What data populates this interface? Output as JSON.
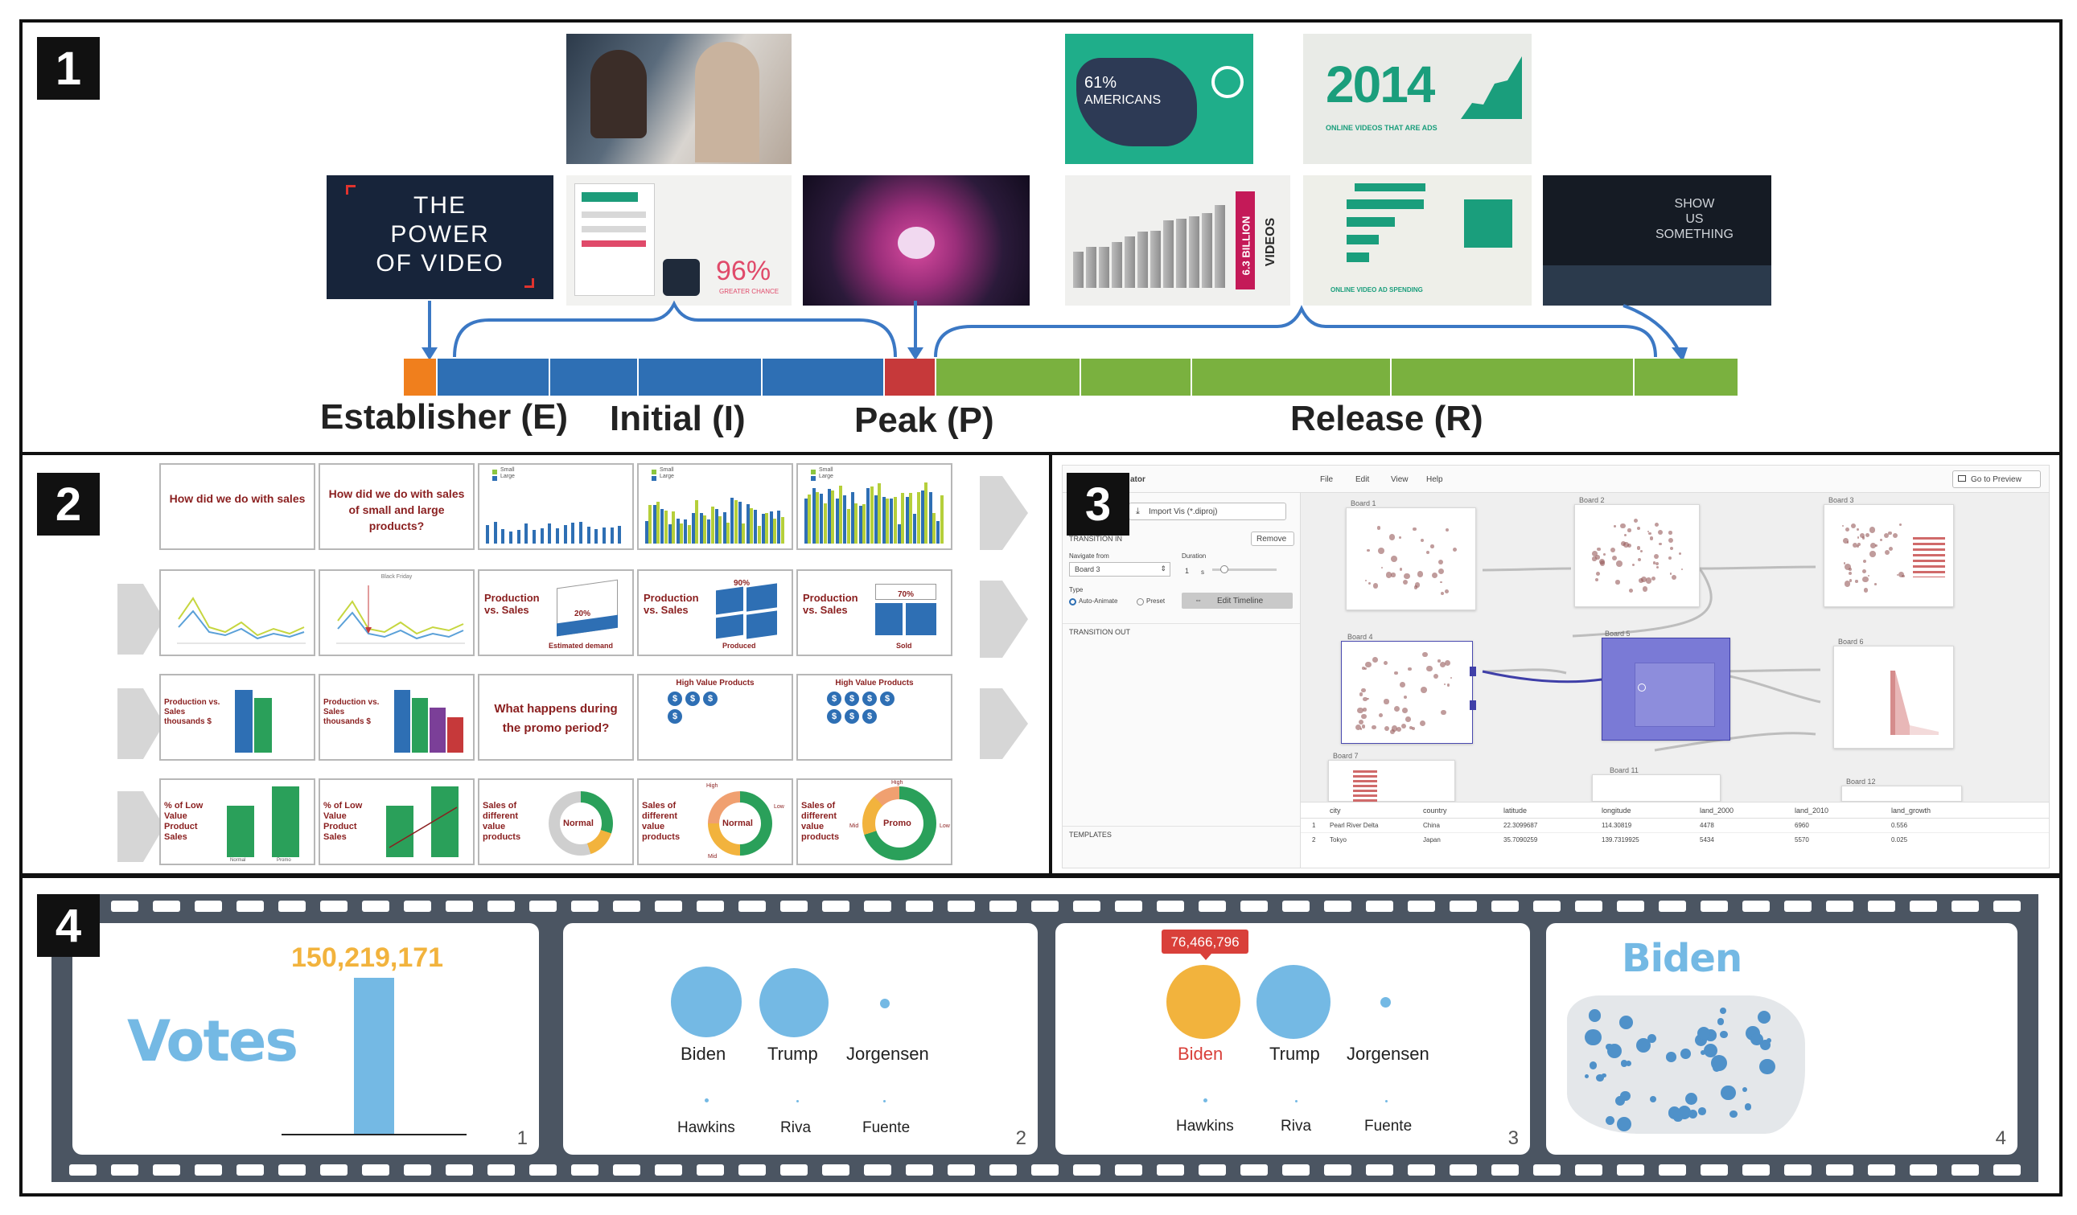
{
  "panels": {
    "p1": {
      "number": "1"
    },
    "p2": {
      "number": "2"
    },
    "p3": {
      "number": "3"
    },
    "p4": {
      "number": "4"
    }
  },
  "colors": {
    "establisher": "#f07f1d",
    "initial": "#2e6fb4",
    "peak": "#c6393a",
    "release": "#7ab13f",
    "arrow": "#3b78c4",
    "slide_title": "#8a1f1f",
    "votes_blue": "#74b9e4",
    "biden_orange": "#f2b33d",
    "film": "#4b5562"
  },
  "arc": {
    "labels": {
      "establisher": "Establisher (E)",
      "initial": "Initial (I)",
      "peak": "Peak (P)",
      "release": "Release (R)"
    },
    "thumbs": {
      "power_title": "THE\nPOWER\nOF VIDEO",
      "percent": "96%",
      "percent_caption": "GREATER CHANCE",
      "americans": "61%",
      "americans_caption": "AMERICANS",
      "year_2014": "2014",
      "year_2014_caption": "ONLINE VIDEOS THAT ARE ADS",
      "billion": "6.3 BILLION",
      "videos": "VIDEOS",
      "spend_caption": "ONLINE VIDEO AD SPENDING",
      "show": "SHOW\nUS\nSOMETHING"
    }
  },
  "slides": {
    "r1": [
      "How did we do with sales",
      "How did we do with sales of small and large products?"
    ],
    "legend_small": "Small",
    "legend_large": "Large",
    "r2": [
      "Production vs. Sales",
      "Production vs. Sales",
      "Production vs. Sales"
    ],
    "r2_pct": [
      "20%",
      "90%",
      "70%"
    ],
    "r2_caption": [
      "Estimated demand",
      "Produced",
      "Sold"
    ],
    "r2_line_title": "Black Friday",
    "r3": [
      "Production vs. Sales thousands $",
      "Production vs. Sales thousands $",
      "What happens during the promo period?",
      "High Value Products",
      "High Value Products"
    ],
    "r4": [
      "% of Low Value Product Sales",
      "% of Low Value Product Sales",
      "Sales of different value products",
      "Sales of different value products",
      "Sales of different value products"
    ],
    "r4_donut": [
      "Normal",
      "Normal",
      "Promo"
    ],
    "r4_bar_labels": [
      "Normal",
      "Promo"
    ],
    "donut_high": "High",
    "donut_low": "Low",
    "donut_mid": "Mid"
  },
  "editor": {
    "app": "ator",
    "menu": [
      "File",
      "Edit",
      "View",
      "Help"
    ],
    "preview": "Go to Preview",
    "import": "Import Vis (*.diproj)",
    "transition_in": "TRANSITION IN",
    "remove": "Remove",
    "navigate_from": "Navigate from",
    "duration": "Duration",
    "board_select": "Board 3",
    "duration_val": "1",
    "duration_unit": "s",
    "type": "Type",
    "auto": "Auto-Animate",
    "preset": "Preset",
    "edit_timeline": "Edit Timeline",
    "transition_out": "TRANSITION OUT",
    "templates": "TEMPLATES",
    "boards": [
      "Board 1",
      "Board 2",
      "Board 3",
      "Board 4",
      "Board 5",
      "Board 6",
      "Board 7",
      "Board 11",
      "Board 12"
    ],
    "table_headers": [
      "city",
      "country",
      "latitude",
      "longitude",
      "land_2000",
      "land_2010",
      "land_growth"
    ],
    "table_rows": [
      [
        "1",
        "Pearl River Delta",
        "China",
        "22.3099687",
        "114.30819",
        "4478",
        "6960",
        "0.556"
      ],
      [
        "2",
        "Tokyo",
        "Japan",
        "35.7090259",
        "139.7319925",
        "5434",
        "5570",
        "0.025"
      ]
    ]
  },
  "story": {
    "votes": "Votes",
    "total": "150,219,171",
    "candidates": [
      "Biden",
      "Trump",
      "Jorgensen"
    ],
    "minor": [
      "Hawkins",
      "Riva",
      "Fuente"
    ],
    "biden_votes": "76,466,796",
    "winner": "Biden",
    "frame_numbers": [
      "1",
      "2",
      "3",
      "4"
    ]
  }
}
